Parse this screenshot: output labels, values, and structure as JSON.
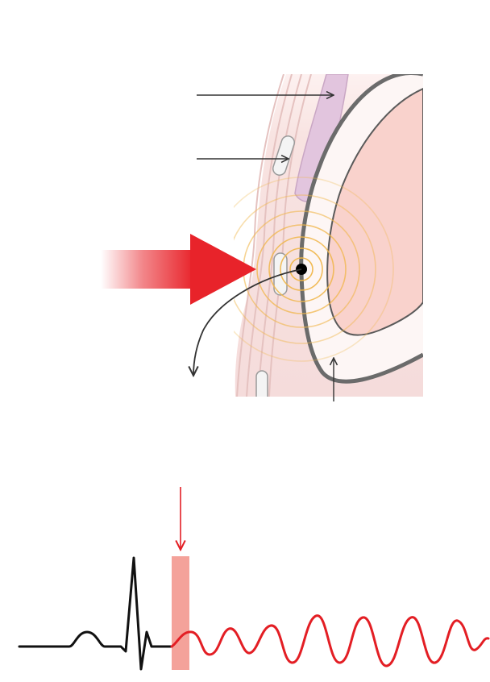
{
  "colors": {
    "background": "#ffffff",
    "impact_arrow": "#e8232a",
    "tissue_light": "#f8e3e1",
    "tissue_band": "#f2cfcd",
    "rib_lavender": "#e2c5de",
    "rib_outline": "#c9a6c4",
    "heart_fill": "#f9d2cc",
    "pericardium": "#6b6b6b",
    "vessel_fill": "#f4f4f4",
    "vessel_outline": "#9a9a9a",
    "wave_rings": "#f0b64a",
    "pointer_lines": "#333333",
    "ecg_normal": "#111111",
    "ecg_fibrillation": "#e31e24",
    "vulnerable_window": "#f4a29a",
    "window_arrow": "#e31e24"
  },
  "icons": {
    "impact": "large-red-arrow",
    "impact_point": "black-dot",
    "deflection": "curved-arrow"
  }
}
